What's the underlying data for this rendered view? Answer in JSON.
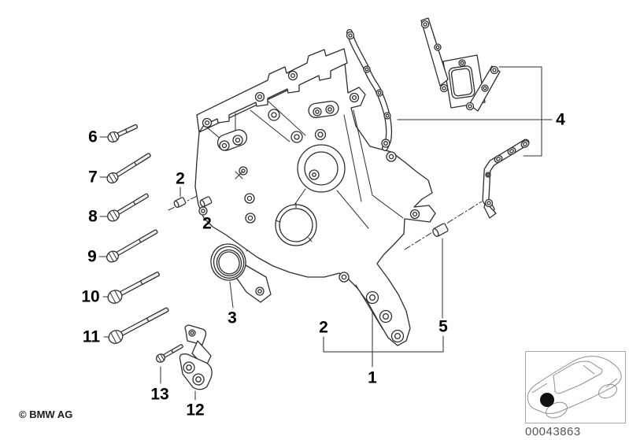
{
  "diagram": {
    "copyright": "© BMW AG",
    "image_code": "00043863",
    "background": "#ffffff",
    "line_color": "#2e2e2e",
    "callouts": {
      "assembly1": "1",
      "sleeve2_upper": "2",
      "sleeve2_lower": "2",
      "group2": "2",
      "seal3": "3",
      "gasket_set4": "4",
      "dowel5": "5",
      "bolt6": "6",
      "bolt7": "7",
      "bolt8": "8",
      "bolt9": "9",
      "bolt10": "10",
      "bolt11": "11",
      "bracket12": "12",
      "bolt13": "13"
    }
  }
}
